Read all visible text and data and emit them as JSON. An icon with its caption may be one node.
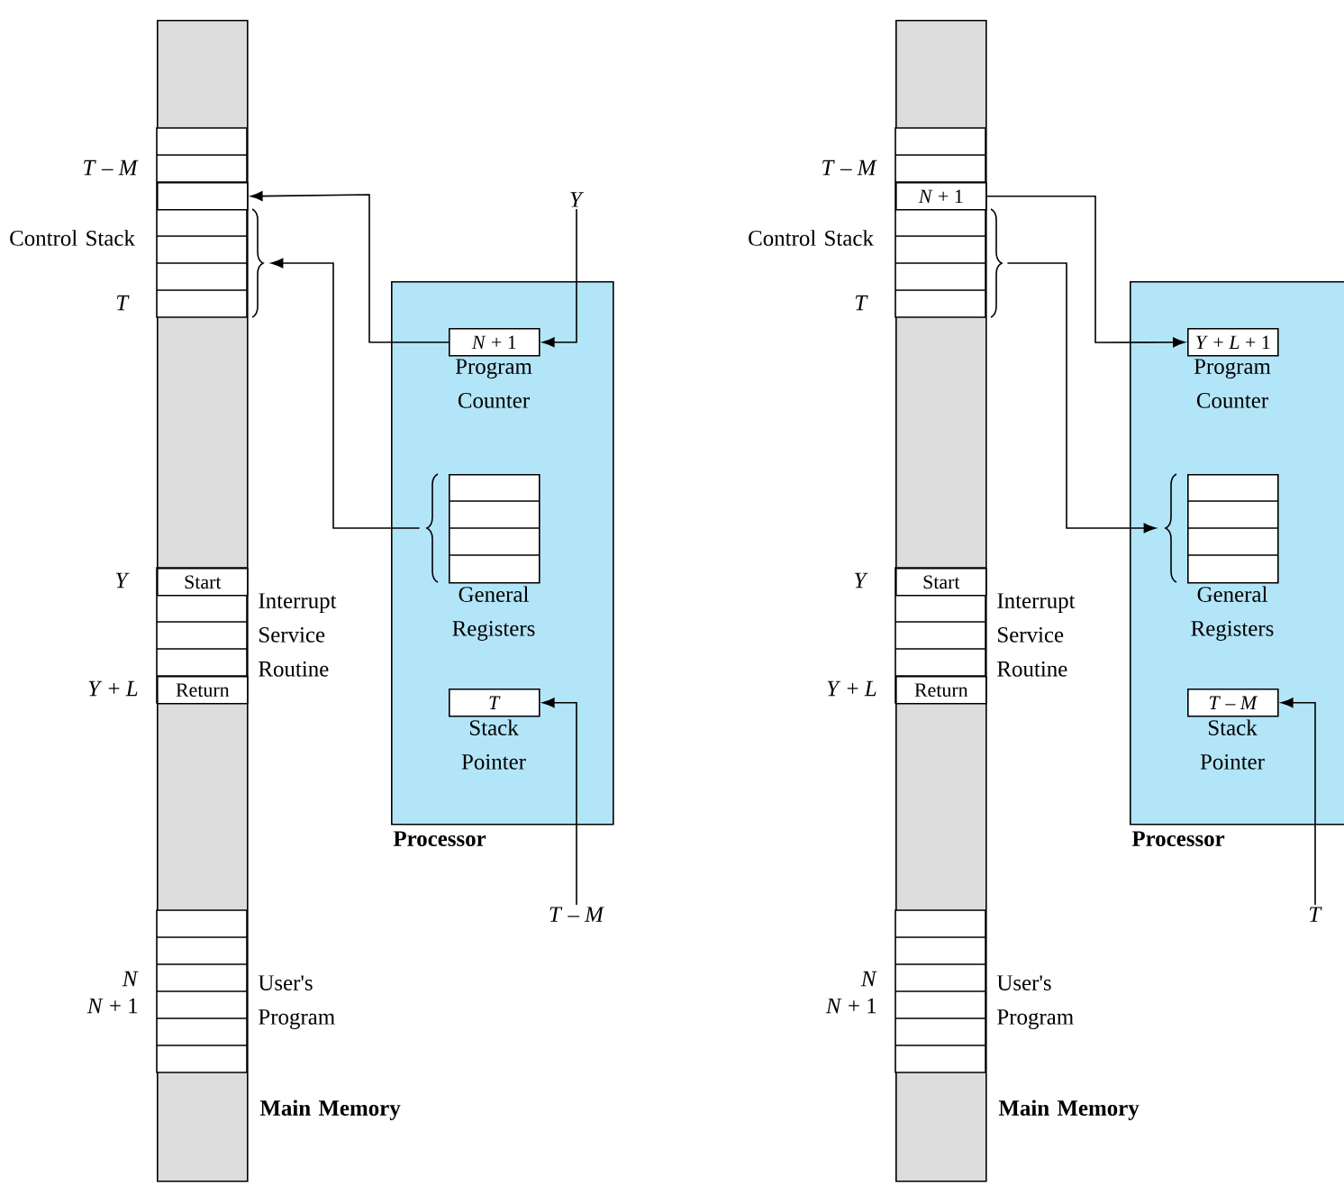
{
  "diagram": {
    "nodes": [
      {
        "text": [
          "Main Memory"
        ]
      },
      {
        "text": [],
        "shape": "box",
        "in": 0
      },
      {
        "text": [],
        "shape": "brace"
      },
      {
        "text": [
          "Start"
        ],
        "in": 0
      },
      {
        "text": [
          "Return"
        ],
        "in": 0
      },
      {
        "text": [
          "Processor"
        ]
      },
      {
        "text": [
          "*N* + 1"
        ],
        "in": 5,
        "beside": [
          "Program Counter"
        ]
      },
      {
        "text": [],
        "shape": "box",
        "in": 5,
        "beside": [
          "General Registers"
        ]
      },
      {
        "text": [],
        "shape": "brace",
        "in": 5
      },
      {
        "text": [
          "*T*"
        ],
        "in": 5,
        "beside": [
          "Stack Pointer"
        ]
      },
      {
        "text": [
          "*Y*"
        ]
      },
      {
        "text": [
          "*T* – *M*"
        ]
      },
      {
        "text": [
          "Main Memory"
        ]
      },
      {
        "text": [
          "*N* + 1"
        ],
        "in": 12
      },
      {
        "text": [],
        "shape": "brace"
      },
      {
        "text": [
          "Start"
        ],
        "in": 12
      },
      {
        "text": [
          "Return"
        ],
        "in": 12
      },
      {
        "text": [
          "Processor"
        ]
      },
      {
        "text": [
          "*Y* + *L* + 1"
        ],
        "in": 17,
        "beside": [
          "Program Counter"
        ]
      },
      {
        "text": [],
        "shape": "box",
        "in": 17,
        "beside": [
          "General Registers"
        ]
      },
      {
        "text": [],
        "shape": "brace",
        "in": 17
      },
      {
        "text": [
          "*T* – *M*"
        ],
        "in": 17,
        "beside": [
          "Stack Pointer"
        ]
      },
      {
        "text": [
          "*T*"
        ]
      }
    ],
    "edges": [
      {
        "from": 6,
        "to": 1,
        "arrow": "to"
      },
      {
        "from": 8,
        "to": 2,
        "arrow": "to"
      },
      {
        "from": 10,
        "to": 6,
        "arrow": "to"
      },
      {
        "from": 11,
        "to": 9,
        "arrow": "to"
      },
      {
        "from": 13,
        "to": 18,
        "arrow": "to"
      },
      {
        "from": 14,
        "to": 20,
        "arrow": "to"
      },
      {
        "from": 22,
        "to": 21,
        "arrow": "to"
      }
    ],
    "labels": [
      "*T* – *M*",
      "Control Stack",
      "*T*",
      "*Y*",
      "Interrupt Service Routine",
      "*Y* + *L*",
      "*N*",
      "*N* + 1",
      "User's Program",
      "*T* – *M*",
      "Control Stack",
      "*T*",
      "*Y*",
      "Interrupt Service Routine",
      "*Y* + *L*",
      "*N*",
      "*N* + 1",
      "User's Program"
    ]
  }
}
